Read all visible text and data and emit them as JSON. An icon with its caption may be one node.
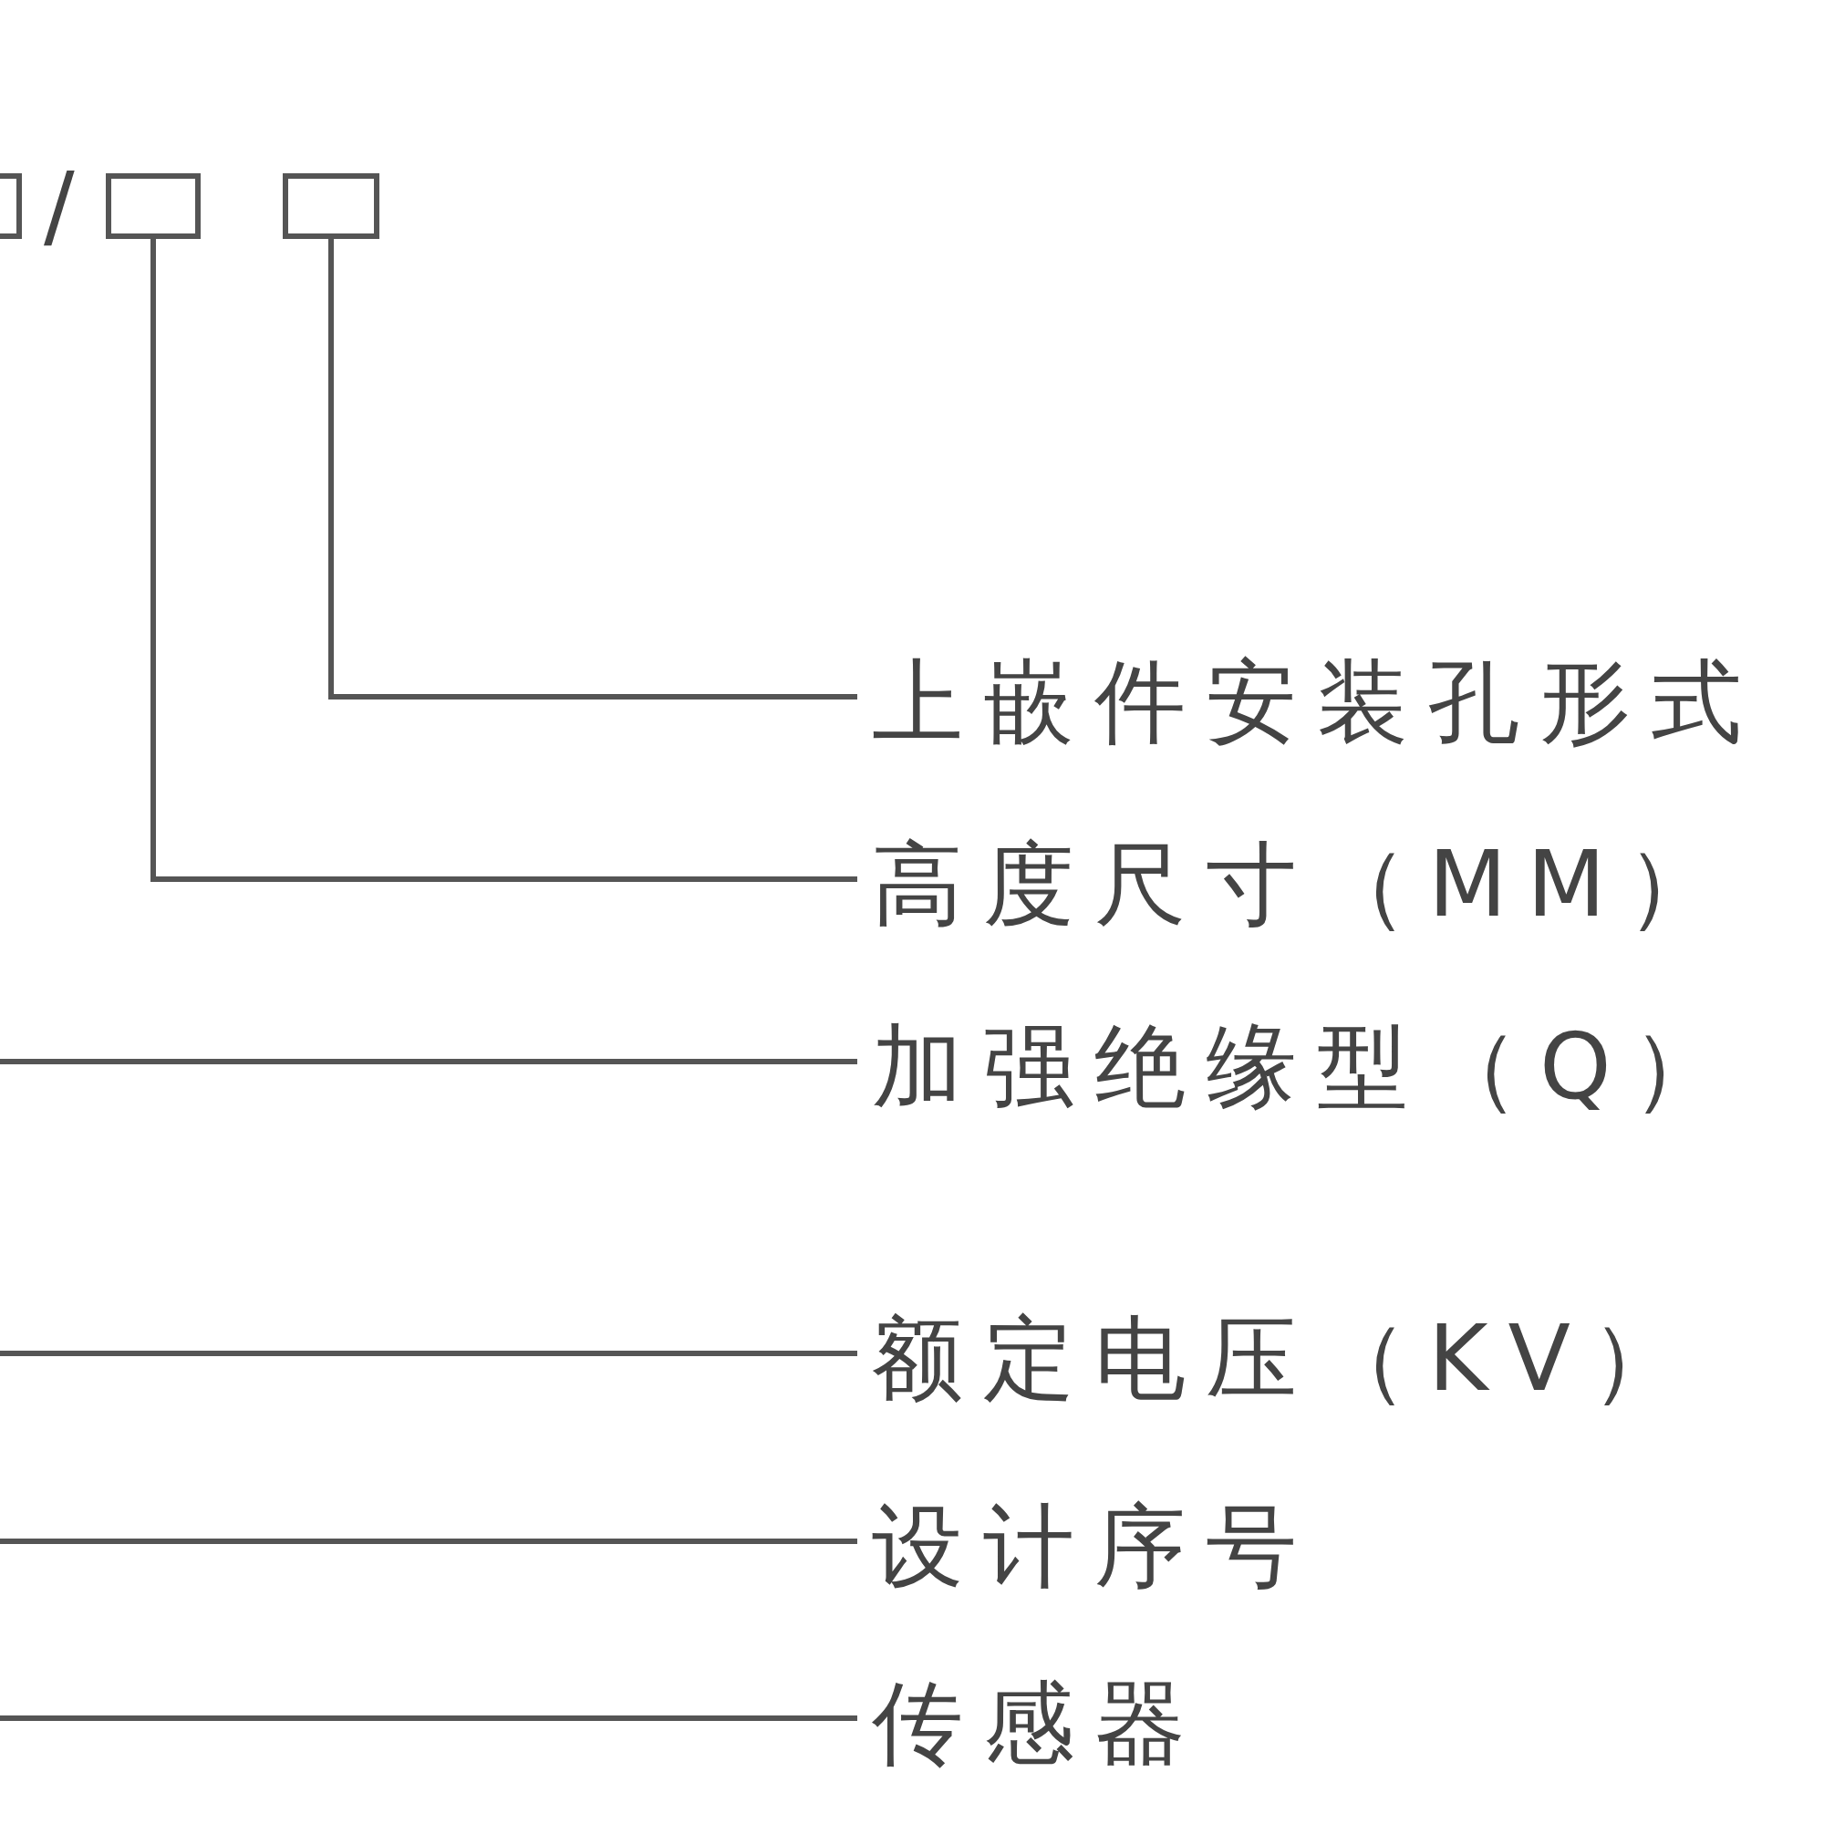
{
  "diagram": {
    "nodes": [
      {
        "text": [],
        "shape": "box"
      },
      {
        "text": [],
        "shape": "box"
      },
      {
        "text": [],
        "shape": "box"
      },
      {
        "text": [
          "上嵌件安装孔形式"
        ]
      },
      {
        "text": [
          "高度尺寸（MM）"
        ]
      },
      {
        "text": [
          "加强绝缘型（Q）"
        ]
      },
      {
        "text": [
          "额定电压（KV）"
        ]
      },
      {
        "text": [
          "设计序号"
        ]
      },
      {
        "text": [
          "传感器"
        ]
      }
    ],
    "edges": [
      {
        "from": 2,
        "to": 3,
        "arrow": "none"
      },
      {
        "from": 1,
        "to": 4,
        "arrow": "none"
      },
      {
        "from": null,
        "to": 5,
        "arrow": "none"
      },
      {
        "from": null,
        "to": 6,
        "arrow": "none"
      },
      {
        "from": null,
        "to": 7,
        "arrow": "none"
      },
      {
        "from": null,
        "to": 8,
        "arrow": "none"
      }
    ],
    "labels": [
      "/"
    ]
  }
}
